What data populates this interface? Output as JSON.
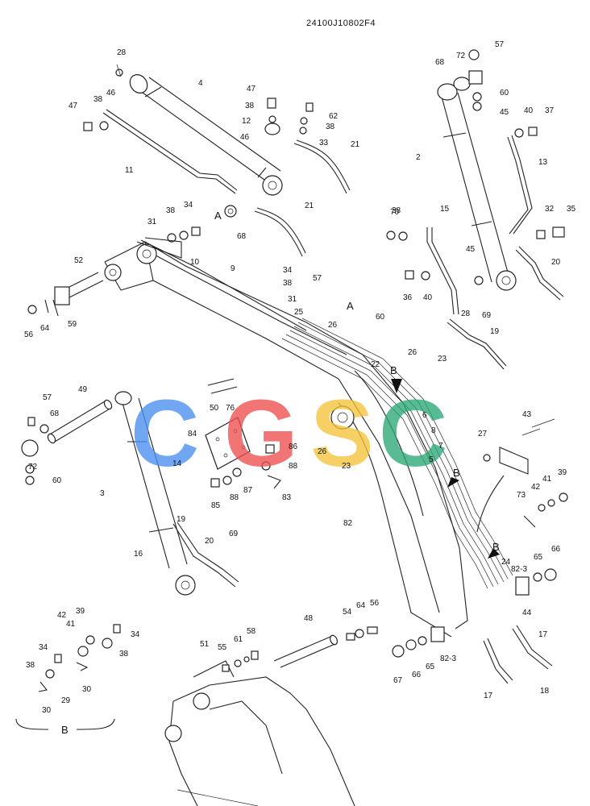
{
  "drawing_number": "24100J10802F4",
  "watermark": {
    "letters": [
      "C",
      "G",
      "S",
      "C"
    ],
    "colors": [
      "#4a8ef0",
      "#ef4f4f",
      "#f4c33a",
      "#2aa877"
    ]
  },
  "view_labels": {
    "view_a": "A",
    "view_b": "B",
    "detail_b_title": "B"
  },
  "callouts": [
    "28",
    "4",
    "47",
    "38",
    "46",
    "11",
    "47",
    "38",
    "12",
    "46",
    "62",
    "38",
    "33",
    "21",
    "68",
    "A",
    "21",
    "34",
    "38",
    "31",
    "52",
    "10",
    "9",
    "34",
    "38",
    "57",
    "31",
    "56",
    "64",
    "59",
    "25",
    "A",
    "60",
    "26",
    "22",
    "B",
    "26",
    "23",
    "57",
    "49",
    "68",
    "72",
    "60",
    "50",
    "76",
    "84",
    "86",
    "88",
    "87",
    "88",
    "85",
    "83",
    "26",
    "23",
    "7",
    "6",
    "8",
    "5",
    "B",
    "82",
    "3",
    "14",
    "16",
    "19",
    "20",
    "69",
    "27",
    "43",
    "42",
    "41",
    "39",
    "73",
    "B",
    "24",
    "82-3",
    "65",
    "66",
    "44",
    "17",
    "18",
    "17",
    "48",
    "54",
    "64",
    "56",
    "82-3",
    "67",
    "66",
    "65",
    "51",
    "55",
    "61",
    "58",
    "39",
    "42",
    "41",
    "34",
    "38",
    "34",
    "38",
    "29",
    "30",
    "30",
    "57",
    "72",
    "68",
    "60",
    "45",
    "40",
    "37",
    "2",
    "13",
    "70",
    "38",
    "15",
    "32",
    "35",
    "45",
    "36",
    "40",
    "28",
    "69",
    "20",
    "19"
  ]
}
